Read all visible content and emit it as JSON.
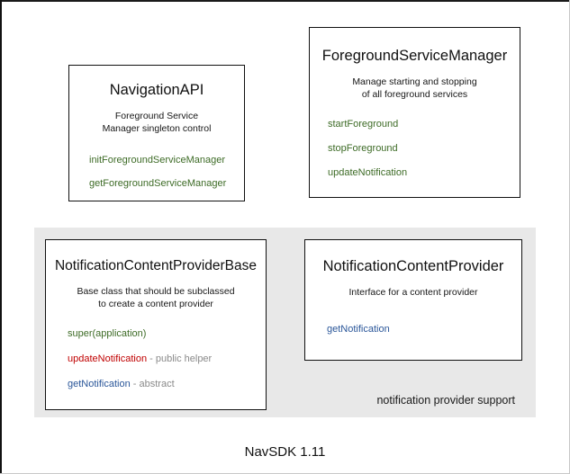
{
  "diagram": {
    "footer_caption": "NavSDK 1.11",
    "group_panel": {
      "label": "notification provider support"
    },
    "colors": {
      "green": "#3d6b26",
      "red": "#c00000",
      "blue": "#2a5699",
      "note_gray": "#8a8a8a",
      "panel_background": "#e8e8e8",
      "box_border": "#111111",
      "box_background": "#ffffff"
    },
    "boxes": [
      {
        "id": "navigation-api",
        "title": "NavigationAPI",
        "description": [
          "Foreground Service",
          "Manager singleton control"
        ],
        "members": [
          {
            "name": "initForegroundServiceManager",
            "color": "green",
            "note": ""
          },
          {
            "name": "getForegroundServiceManager",
            "color": "green",
            "note": ""
          }
        ]
      },
      {
        "id": "foreground-service-manager",
        "title": "ForegroundServiceManager",
        "description": [
          "Manage starting and stopping",
          "of all foreground services"
        ],
        "members": [
          {
            "name": "startForeground",
            "color": "green",
            "note": ""
          },
          {
            "name": "stopForeground",
            "color": "green",
            "note": ""
          },
          {
            "name": "updateNotification",
            "color": "green",
            "note": ""
          }
        ]
      },
      {
        "id": "notification-content-provider-base",
        "title": "NotificationContentProviderBase",
        "description": [
          "Base class that should be subclassed",
          "to create a content provider"
        ],
        "members": [
          {
            "name": "super(application)",
            "color": "green",
            "note": ""
          },
          {
            "name": "updateNotification",
            "color": "red",
            "note": " - public helper"
          },
          {
            "name": "getNotification",
            "color": "blue",
            "note": " - abstract"
          }
        ]
      },
      {
        "id": "notification-content-provider",
        "title": "NotificationContentProvider",
        "description": [
          "Interface for a content provider"
        ],
        "members": [
          {
            "name": "getNotification",
            "color": "blue",
            "note": ""
          }
        ]
      }
    ]
  }
}
